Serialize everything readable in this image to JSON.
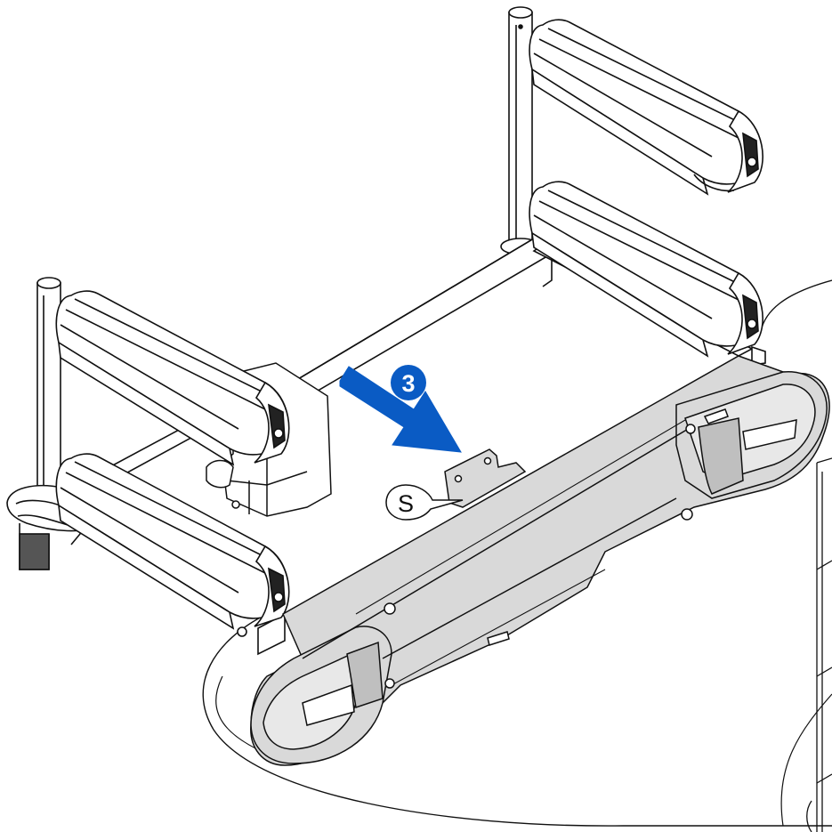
{
  "diagram": {
    "step_badge": {
      "label": "3",
      "color": "#0a5bc4",
      "icon": "step-number-badge"
    },
    "callout": {
      "label": "S",
      "icon": "callout-bubble"
    },
    "arrow": {
      "color": "#0a5bc4",
      "icon": "arrow-down-right-icon"
    },
    "colors": {
      "line": "#111111",
      "part_fill": "#ffffff",
      "bar_fill": "#d9d9d9",
      "bar_shade": "#bfbfbf",
      "background": "#ffffff"
    }
  }
}
